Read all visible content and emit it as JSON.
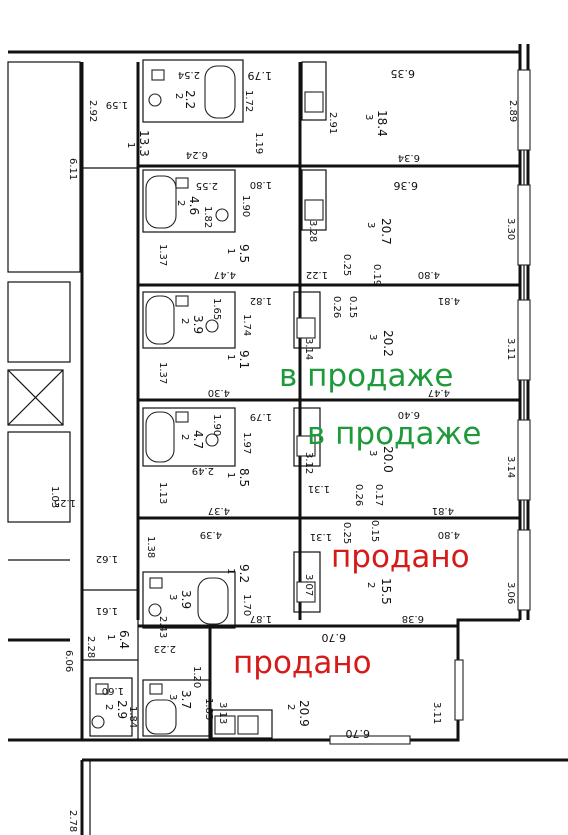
{
  "status_labels": [
    {
      "id": "s1",
      "text": "в продаже",
      "color": "#1e9a3a"
    },
    {
      "id": "s2",
      "text": "в продаже",
      "color": "#1e9a3a"
    },
    {
      "id": "s3",
      "text": "продано",
      "color": "#d61a1a"
    },
    {
      "id": "s4",
      "text": "продано",
      "color": "#d61a1a"
    }
  ],
  "dimensions": {
    "d635": "6.35",
    "d179": "1.79",
    "d254": "2.54",
    "d22": "2.2",
    "d2a": "2",
    "d172": "1.72",
    "d291": "2.91",
    "d184": "18.4",
    "d3a": "3",
    "d289": "2.89",
    "d292": "2.92",
    "d159": "1.59",
    "d133": "13.3",
    "d1a": "1",
    "d119": "1.19",
    "d624": "6.24",
    "d634": "6.34",
    "d611": "6.11",
    "d636": "6.36",
    "d180": "1.80",
    "d255": "2.55",
    "d46": "4.6",
    "d2b": "2",
    "d182a": "1.82",
    "d190": "1.90",
    "d328": "3.28",
    "d207": "20.7",
    "d3b": "3",
    "d330": "3.30",
    "d137a": "1.37",
    "d95": "9.5",
    "d1b": "1",
    "d447": "4.47",
    "d122": "1.22",
    "d025a": "0.25",
    "d019": "0.19",
    "d480a": "4.80",
    "d182b": "1.82",
    "d165": "1.65",
    "d39a": "3.9",
    "d2c": "2",
    "d174": "1.74",
    "d026a": "0.26",
    "d015a": "0.15",
    "d481a": "4.81",
    "d314a": "3.14",
    "d202": "20.2",
    "d3c": "3",
    "d311a": "3.11",
    "d137b": "1.37",
    "d91": "9.1",
    "d1c": "1",
    "d430": "4.30",
    "d447b": "4.47",
    "d179b": "1.79",
    "d190b": "1.90",
    "d47": "4.7",
    "d2d": "2",
    "d197": "1.97",
    "d640": "6.40",
    "d312": "3.12",
    "d200": "20.0",
    "d3d": "3",
    "d314b": "3.14",
    "d249": "2.49",
    "d85": "8.5",
    "d1d": "1",
    "d113": "1.13",
    "d437": "4.37",
    "d131a": "1.31",
    "d481b": "4.81",
    "d017": "0.17",
    "d026b": "0.26",
    "d103": "1.03",
    "d125": "1.25",
    "d439": "4.39",
    "d131b": "1.31",
    "d015b": "0.15",
    "d025b": "0.25",
    "d480b": "4.80",
    "d138": "1.38",
    "d162": "1.62",
    "d307": "3.07",
    "d155": "15.5",
    "d2e": "2",
    "d306": "3.06",
    "d161": "1.61",
    "d39b": "3.9",
    "d3e": "3",
    "d243": "2.43",
    "d170": "1.70",
    "d92": "9.2",
    "d1e": "1",
    "d187": "1.87",
    "d638": "6.38",
    "d228": "2.28",
    "d64": "6.4",
    "d1f": "1",
    "d606": "6.06",
    "d223": "2.23",
    "d670a": "6.70",
    "d670b": "6.70",
    "d120": "1.20",
    "d160": "1.60",
    "d37": "3.7",
    "d3f": "3",
    "d313": "3.13",
    "d209": "20.9",
    "d2f": "2",
    "d311b": "3.11",
    "d29": "2.9",
    "d2g": "2",
    "d184b": "1.84",
    "d183": "1.83",
    "d278": "2.78"
  }
}
